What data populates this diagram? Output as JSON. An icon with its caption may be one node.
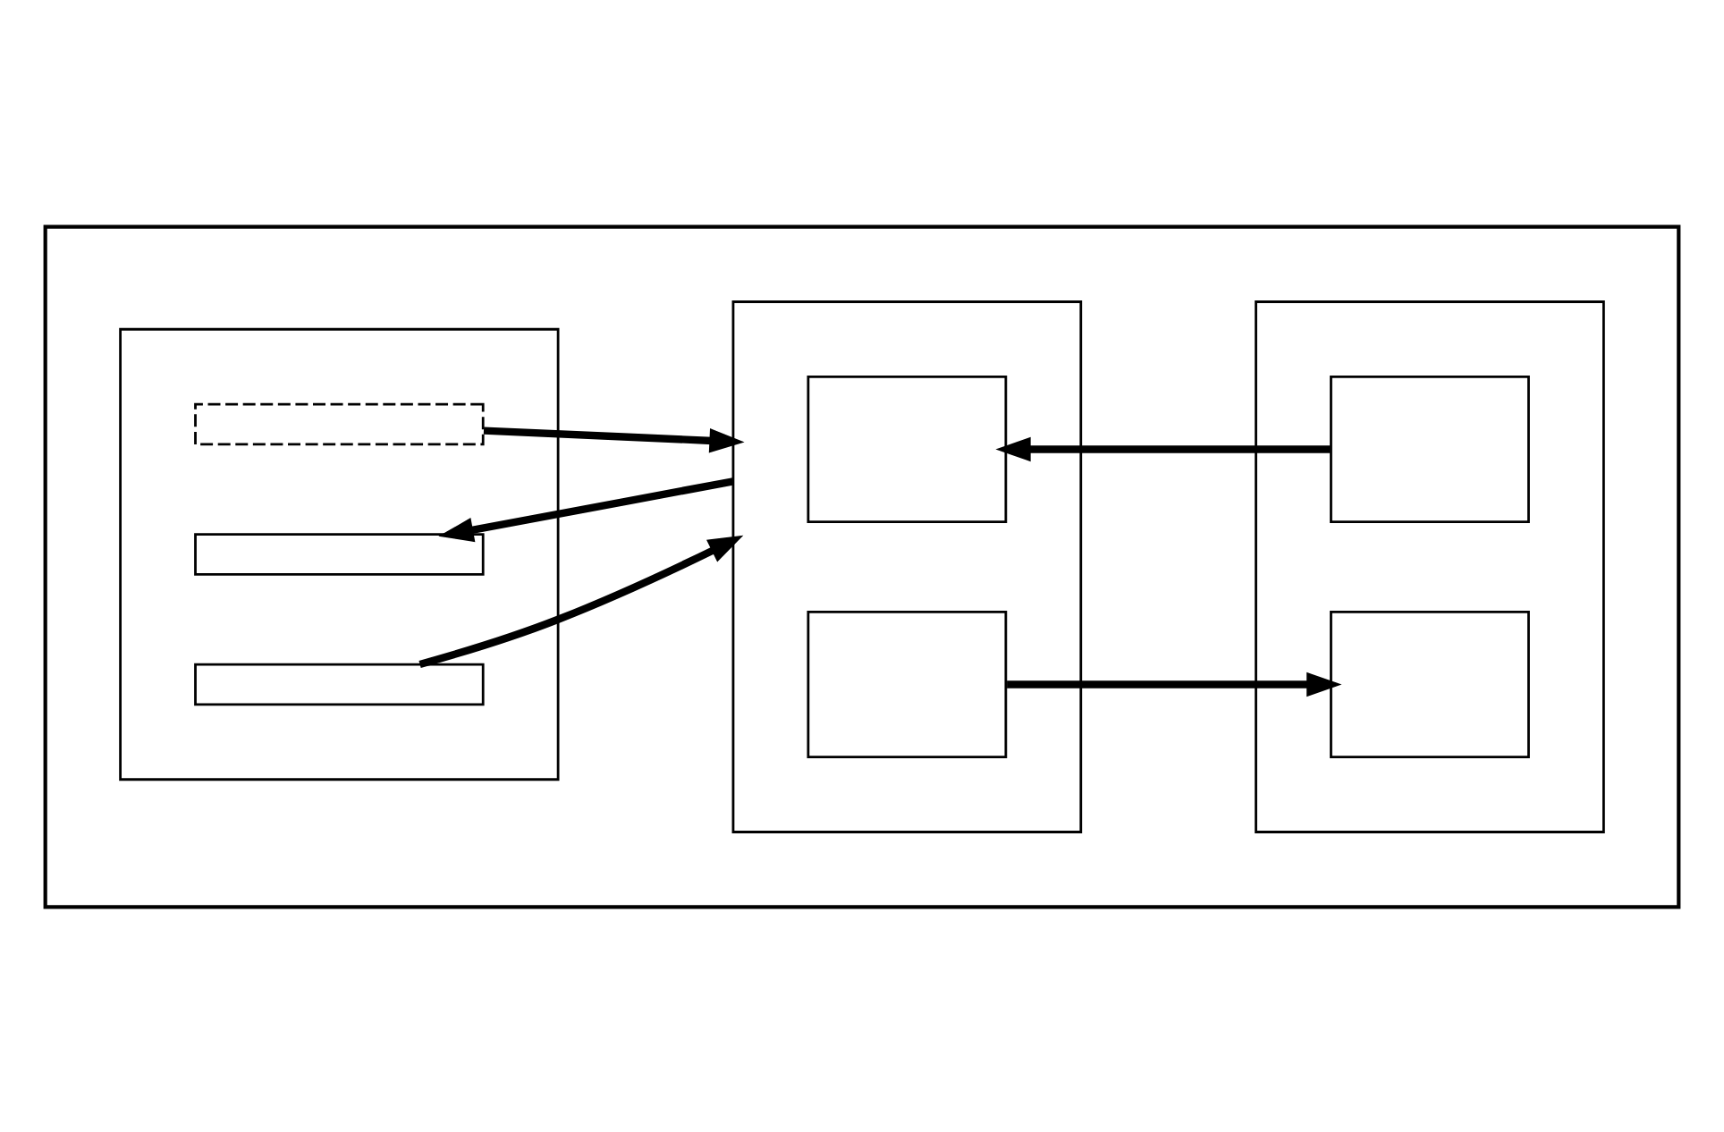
{
  "diagram": {
    "nodes": [
      {
        "text": [],
        "shape": "box"
      },
      {
        "text": [],
        "shape": "box",
        "in": 0
      },
      {
        "text": [],
        "shape": "box",
        "in": 0
      },
      {
        "text": [],
        "shape": "box",
        "in": 0
      },
      {
        "text": [],
        "shape": "symbol",
        "in": 1
      },
      {
        "text": [],
        "shape": "bar",
        "in": 1
      },
      {
        "text": [],
        "shape": "bar",
        "in": 1
      },
      {
        "text": [],
        "shape": "box",
        "in": 2
      },
      {
        "text": [],
        "shape": "box",
        "in": 2
      },
      {
        "text": [],
        "shape": "box",
        "in": 3
      },
      {
        "text": [],
        "shape": "box",
        "in": 3
      }
    ],
    "edges": [
      {
        "from": 4,
        "to": 2,
        "arrow": "to"
      },
      {
        "from": 2,
        "to": 5,
        "arrow": "to"
      },
      {
        "from": 6,
        "to": 2,
        "arrow": "to"
      },
      {
        "from": 9,
        "to": 7,
        "arrow": "to"
      },
      {
        "from": 8,
        "to": 10,
        "arrow": "to"
      }
    ]
  }
}
